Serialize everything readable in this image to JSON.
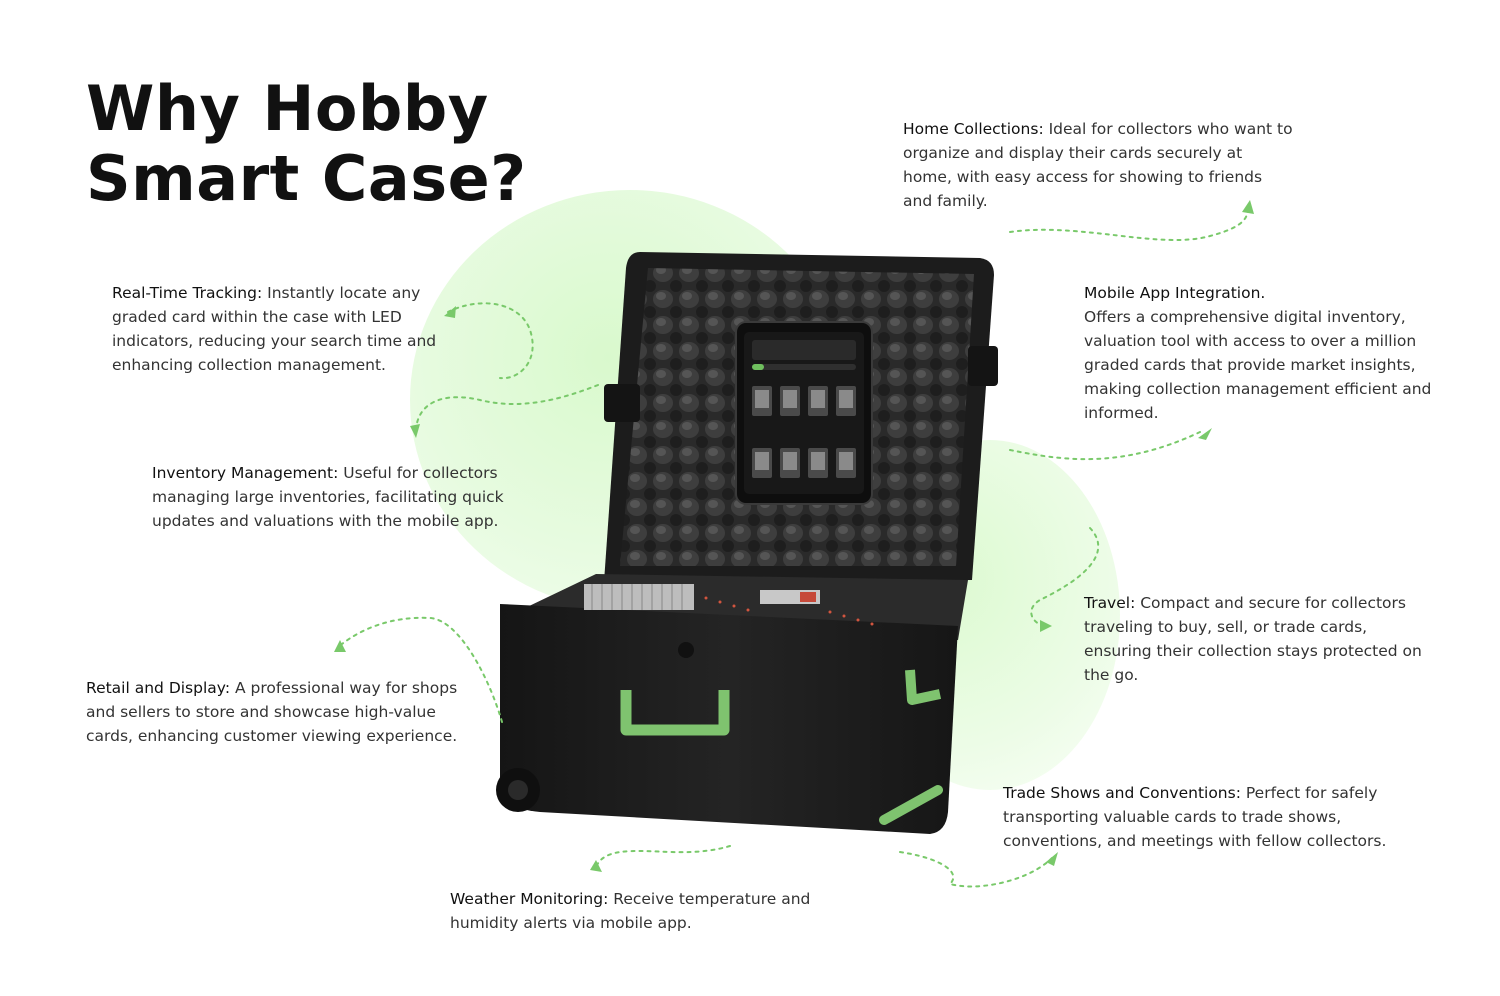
{
  "header": {
    "title_line1": "Why Hobby",
    "title_line2": "Smart Case?"
  },
  "features": {
    "home": {
      "title": "Home Collections:",
      "body": " Ideal for collectors who want to organize and display their cards securely at home, with easy access for showing to friends and family."
    },
    "mobile": {
      "title": "Mobile App Integration.",
      "body": "Offers a comprehensive digital inventory, valuation tool with access to over a million graded cards that provide market insights, making collection management efficient and informed."
    },
    "realtime": {
      "title": "Real-Time Tracking:",
      "body": " Instantly locate any graded card within the case with LED indicators, reducing your search time and enhancing collection management."
    },
    "inventory": {
      "title": "Inventory Management:",
      "body": " Useful for collectors managing large inventories, facilitating quick updates and valuations with the mobile app."
    },
    "retail": {
      "title": "Retail and Display:",
      "body": " A professional way for shops and sellers to store and showcase high-value cards, enhancing customer viewing experience."
    },
    "travel": {
      "title": "Travel:",
      "body": " Compact and secure for collectors traveling to buy, sell, or trade cards, ensuring their collection stays protected on the go."
    },
    "trade": {
      "title": "Trade Shows and Conventions:",
      "body": " Perfect for safely transporting valuable cards to trade shows, conventions, and meetings with fellow collectors."
    },
    "weather": {
      "title": "Weather Monitoring:",
      "body": " Receive temperature and humidity alerts via mobile app."
    }
  },
  "colors": {
    "accent_green": "#79c96a",
    "handle_green": "#7fc36f",
    "case_black": "#1b1b1b",
    "blob_green": "#dff9d4"
  },
  "icons": {
    "connector": "dotted-curved-arrow-icon"
  }
}
